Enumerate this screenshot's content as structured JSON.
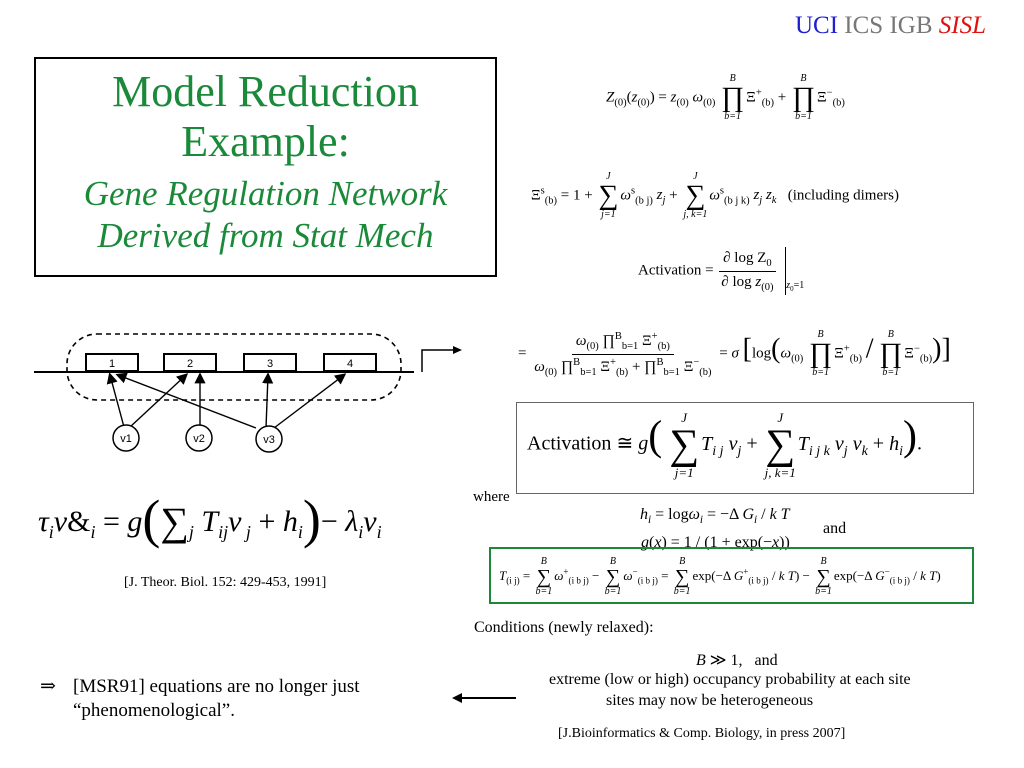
{
  "header": {
    "uci": "UCI",
    "ics": "ICS",
    "igb": "IGB",
    "sisl": "SISL",
    "colors": {
      "uci": "#1f1fd0",
      "ics_igb": "#777777",
      "sisl": "#e01010"
    }
  },
  "title": {
    "main": "Model Reduction Example:",
    "subtitle": "Gene Regulation Network Derived from Stat Mech",
    "color": "#1a8a3a"
  },
  "diagram": {
    "genes": [
      "1",
      "2",
      "3",
      "4"
    ],
    "regulators": [
      "v1",
      "v2",
      "v3"
    ]
  },
  "equations": {
    "where": "where",
    "and": "and",
    "conditions_title": "Conditions (newly relaxed):",
    "cond_and": "and",
    "cond_line2": "extreme (low or high) occupancy probability at each site",
    "cond_line3": "sites may now be heterogeneous",
    "including_dimers": "(including dimers)",
    "activation_word": "Activation"
  },
  "references": {
    "theor_biol": "[J. Theor. Biol. 152: 429-453, 1991]",
    "bioinformatics": "[J.Bioinformatics & Comp. Biology, in press 2007]"
  },
  "conclusion": {
    "implies_symbol": "⇒",
    "text": "[MSR91] equations are no longer just “phenomenological”."
  }
}
